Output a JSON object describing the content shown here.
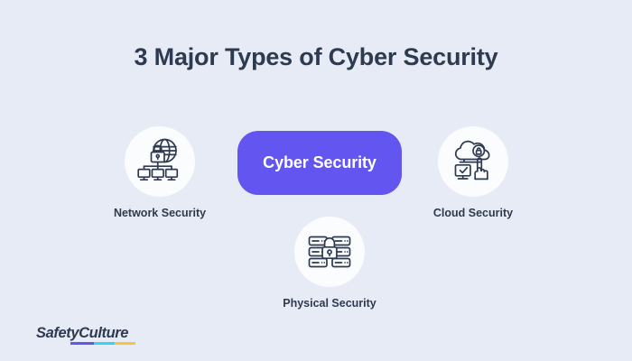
{
  "page": {
    "title": "3 Major Types of Cyber Security",
    "background_color": "#e7ebf5"
  },
  "center": {
    "label": "Cyber Security",
    "color": "#6355f0",
    "text_color": "#ffffff"
  },
  "nodes": [
    {
      "id": "network-security",
      "label": "Network Security",
      "icon": "globe-lock-network-icon",
      "circle_color": "#fbfcfe"
    },
    {
      "id": "cloud-security",
      "label": "Cloud Security",
      "icon": "cloud-lock-hand-icon",
      "circle_color": "#fbfcfe"
    },
    {
      "id": "physical-security",
      "label": "Physical Security",
      "icon": "server-rack-lock-icon",
      "circle_color": "#fbfcfe"
    }
  ],
  "logo": {
    "text_primary": "Safety",
    "text_secondary": "Culture",
    "underline_colors": [
      "#6355f0",
      "#37d4f0",
      "#fbc23b"
    ],
    "text_color": "#2e3a50"
  },
  "colors": {
    "accent": "#6355f0",
    "ink": "#2e3a50",
    "background": "#e7ebf5"
  }
}
